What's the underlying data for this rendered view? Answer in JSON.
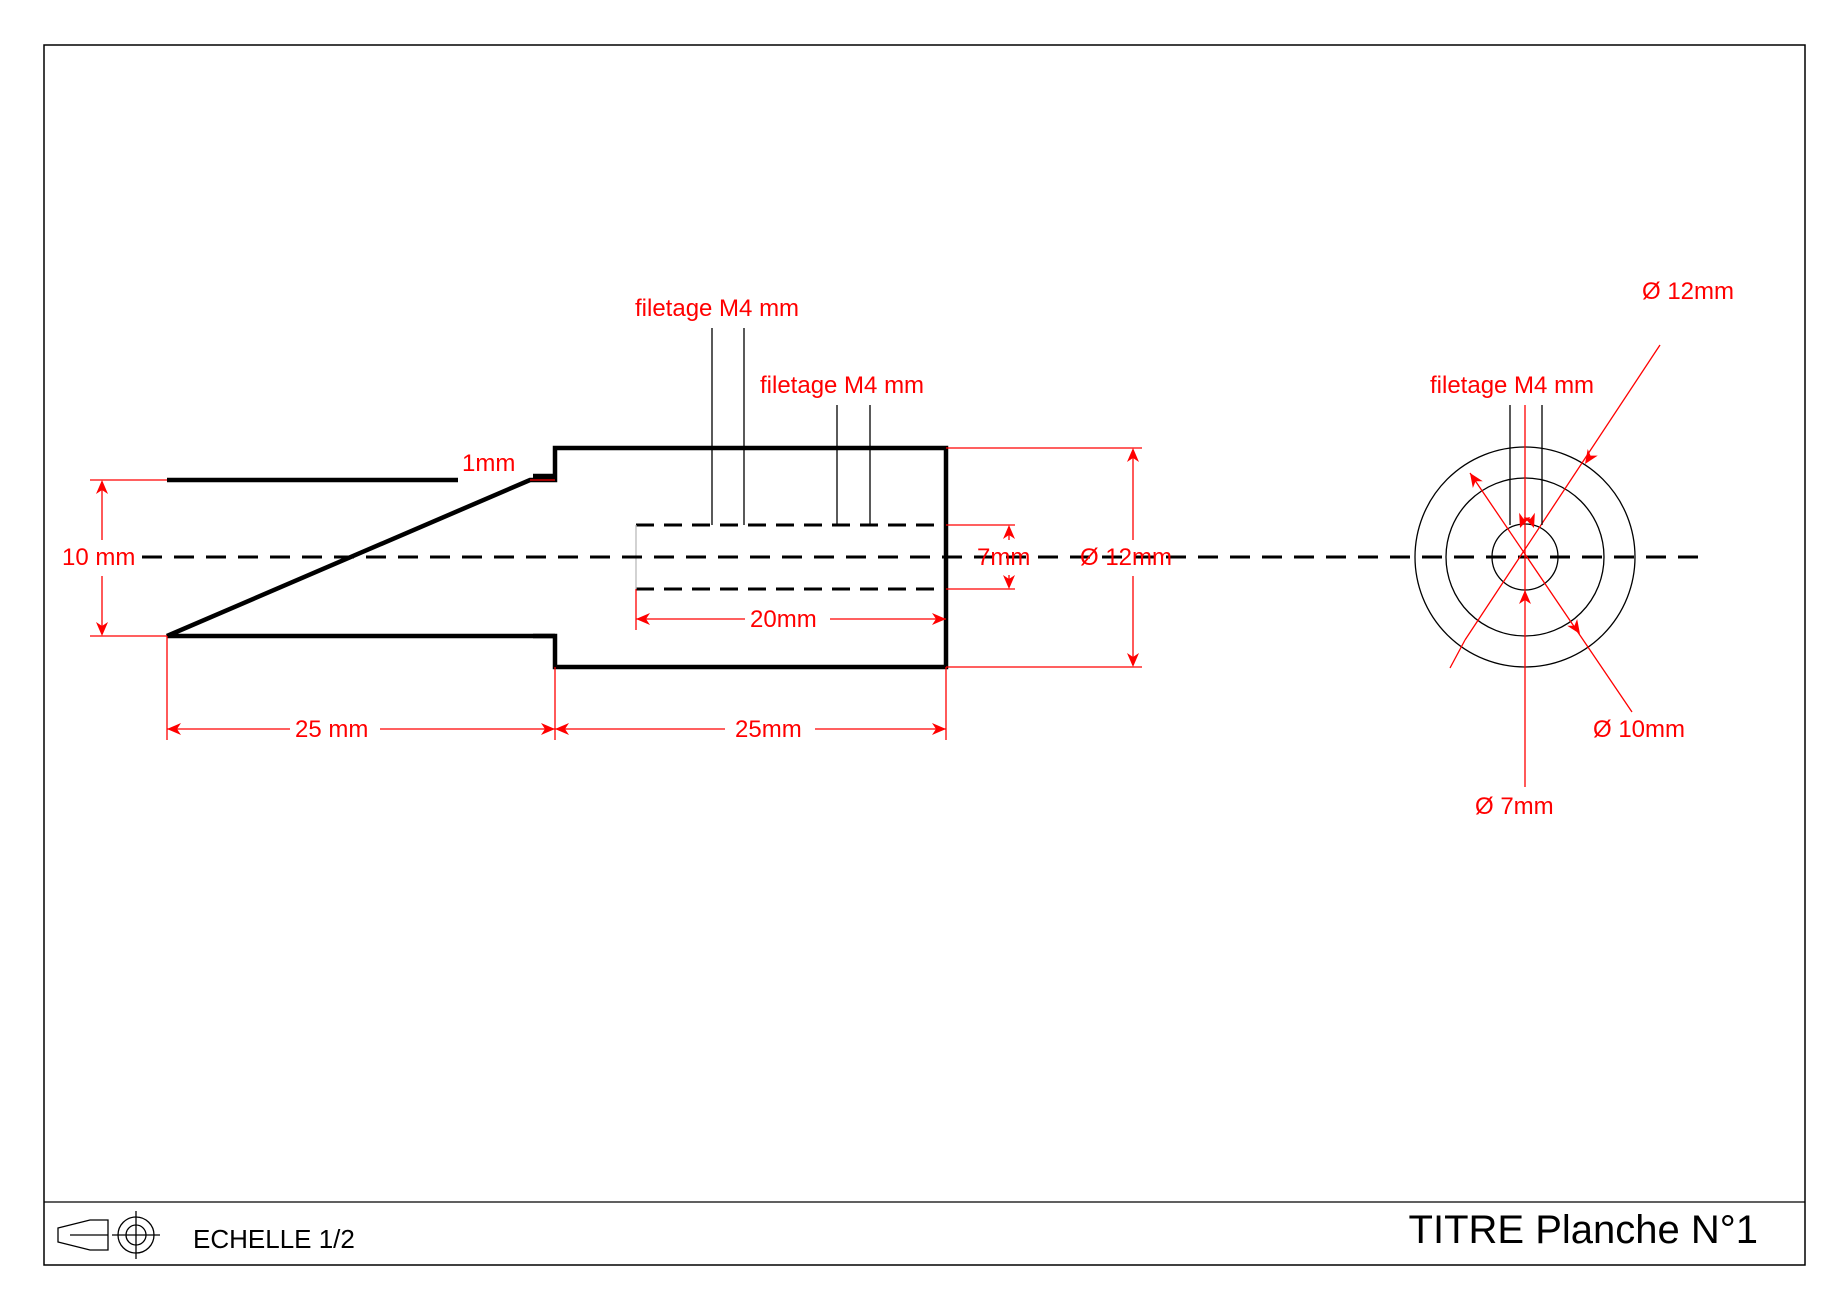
{
  "title_block": {
    "scale_label": "ECHELLE 1/2",
    "title": "TITRE Planche N°1",
    "projection_symbol": "first-angle-projection-icon"
  },
  "dimensions": {
    "step_height": "1mm",
    "left_diameter": "10 mm",
    "bore_diameter": "7mm",
    "right_diameter": "Ø 12mm",
    "bore_depth": "20mm",
    "left_length": "25 mm",
    "right_length": "25mm",
    "thread_label_1": "filetage M4 mm",
    "thread_label_2": "filetage M4 mm"
  },
  "end_view": {
    "outer_diameter": "Ø 12mm",
    "thread_label": "filetage M4 mm",
    "middle_diameter": "Ø 10mm",
    "inner_diameter": "Ø 7mm"
  },
  "colors": {
    "annotation": "#ff0000",
    "outline": "#000000"
  }
}
